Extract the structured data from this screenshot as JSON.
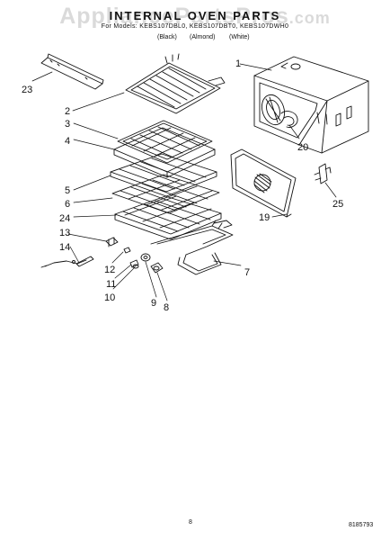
{
  "header": {
    "watermark_main": "AppliancePartsPros",
    "watermark_suffix": ".com",
    "title": "INTERNAL OVEN PARTS",
    "models_line": "For Models: KEBS107DBL0, KEBS107DBT0, KEBS107DWH0",
    "finishes": [
      "(Black)",
      "(Almond)",
      "(White)"
    ]
  },
  "callouts": {
    "c1": "1",
    "c2": "2",
    "c3": "3",
    "c4": "4",
    "c5": "5",
    "c6": "6",
    "c7": "7",
    "c8": "8",
    "c9": "9",
    "c10": "10",
    "c11": "11",
    "c12": "12",
    "c13": "13",
    "c14": "14",
    "c19": "19",
    "c20": "20",
    "c23": "23",
    "c24": "24",
    "c25": "25"
  },
  "footer": {
    "page": "8",
    "code": "8185793"
  }
}
